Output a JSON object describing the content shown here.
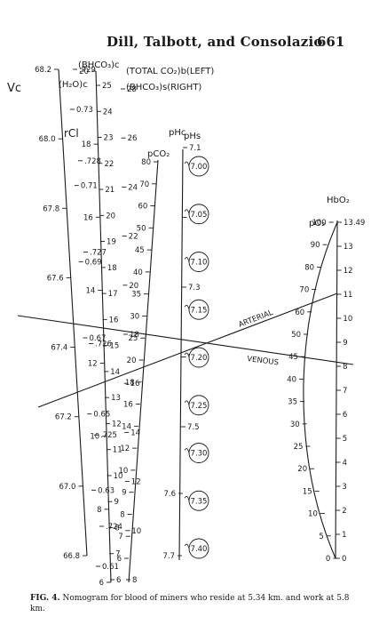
{
  "header": {
    "title": "Dill, Talbott, and Consolazio",
    "page_number": "661"
  },
  "figure": {
    "fig_label": "FIG. 4.",
    "caption": "Nomogram for blood of miners who reside at 5.34 km. and work at 5.8 km.",
    "labels": {
      "vc": "Vc",
      "h2o_c": "(H₂O)c",
      "bhco3_c": "(BHCO₃)c",
      "total_co2": "(TOTAL CO₂)b(LEFT)",
      "bhco3_s": "(BHCO₃)s(RIGHT)",
      "rcl": "rCl",
      "pco2": "pCO₂",
      "phc": "pHc",
      "phs": "pHs",
      "po2": "pO₂",
      "hbo2": "HbO₂",
      "arterial": "ARTERIAL",
      "venous": "VENOUS"
    },
    "scales": {
      "vc": [
        "68.2",
        "68.0",
        "67.8",
        "67.6",
        "67.4",
        "67.2",
        "67.0",
        "66.8"
      ],
      "h2o": [
        ".729",
        ".728",
        ".727",
        ".726",
        ".725",
        ".724"
      ],
      "rcl": [
        "0.73",
        "0.71",
        "0.69",
        "0.67",
        "0.65",
        "0.63",
        "0.61"
      ],
      "bhco3_c": [
        "20",
        "18",
        "16",
        "14",
        "12",
        "10",
        "8",
        "6"
      ],
      "total_co2": [
        "25",
        "24",
        "23",
        "22",
        "21",
        "20",
        "19",
        "18",
        "17",
        "16",
        "15",
        "14",
        "13",
        "12",
        "11",
        "10",
        "9",
        "8",
        "7",
        "6"
      ],
      "bhco3_s": [
        "28",
        "26",
        "24",
        "22",
        "20",
        "18",
        "16",
        "14",
        "12",
        "10",
        "8"
      ],
      "pco2": [
        "80",
        "70",
        "60",
        "50",
        "45",
        "40",
        "35",
        "30",
        "25",
        "20",
        "18",
        "16",
        "14",
        "12",
        "10",
        "9",
        "8",
        "7",
        "6"
      ],
      "phc": [
        "7.6",
        "7.7"
      ],
      "phs": [
        "7.1",
        "7.2",
        "7.3",
        "7.4",
        "7.5"
      ],
      "phs_circles": [
        "7.00",
        "7.05",
        "7.10",
        "7.15",
        "7.20",
        "7.25",
        "7.30",
        "7.35",
        "7.40"
      ],
      "po2": [
        "100",
        "90",
        "80",
        "70",
        "60",
        "50",
        "45",
        "40",
        "35",
        "30",
        "25",
        "20",
        "15",
        "10",
        "5",
        "0"
      ],
      "hbo2": [
        "13.49",
        "13",
        "12",
        "11",
        "10",
        "9",
        "8",
        "7",
        "6",
        "5",
        "4",
        "3",
        "2",
        "1",
        "0"
      ]
    }
  }
}
